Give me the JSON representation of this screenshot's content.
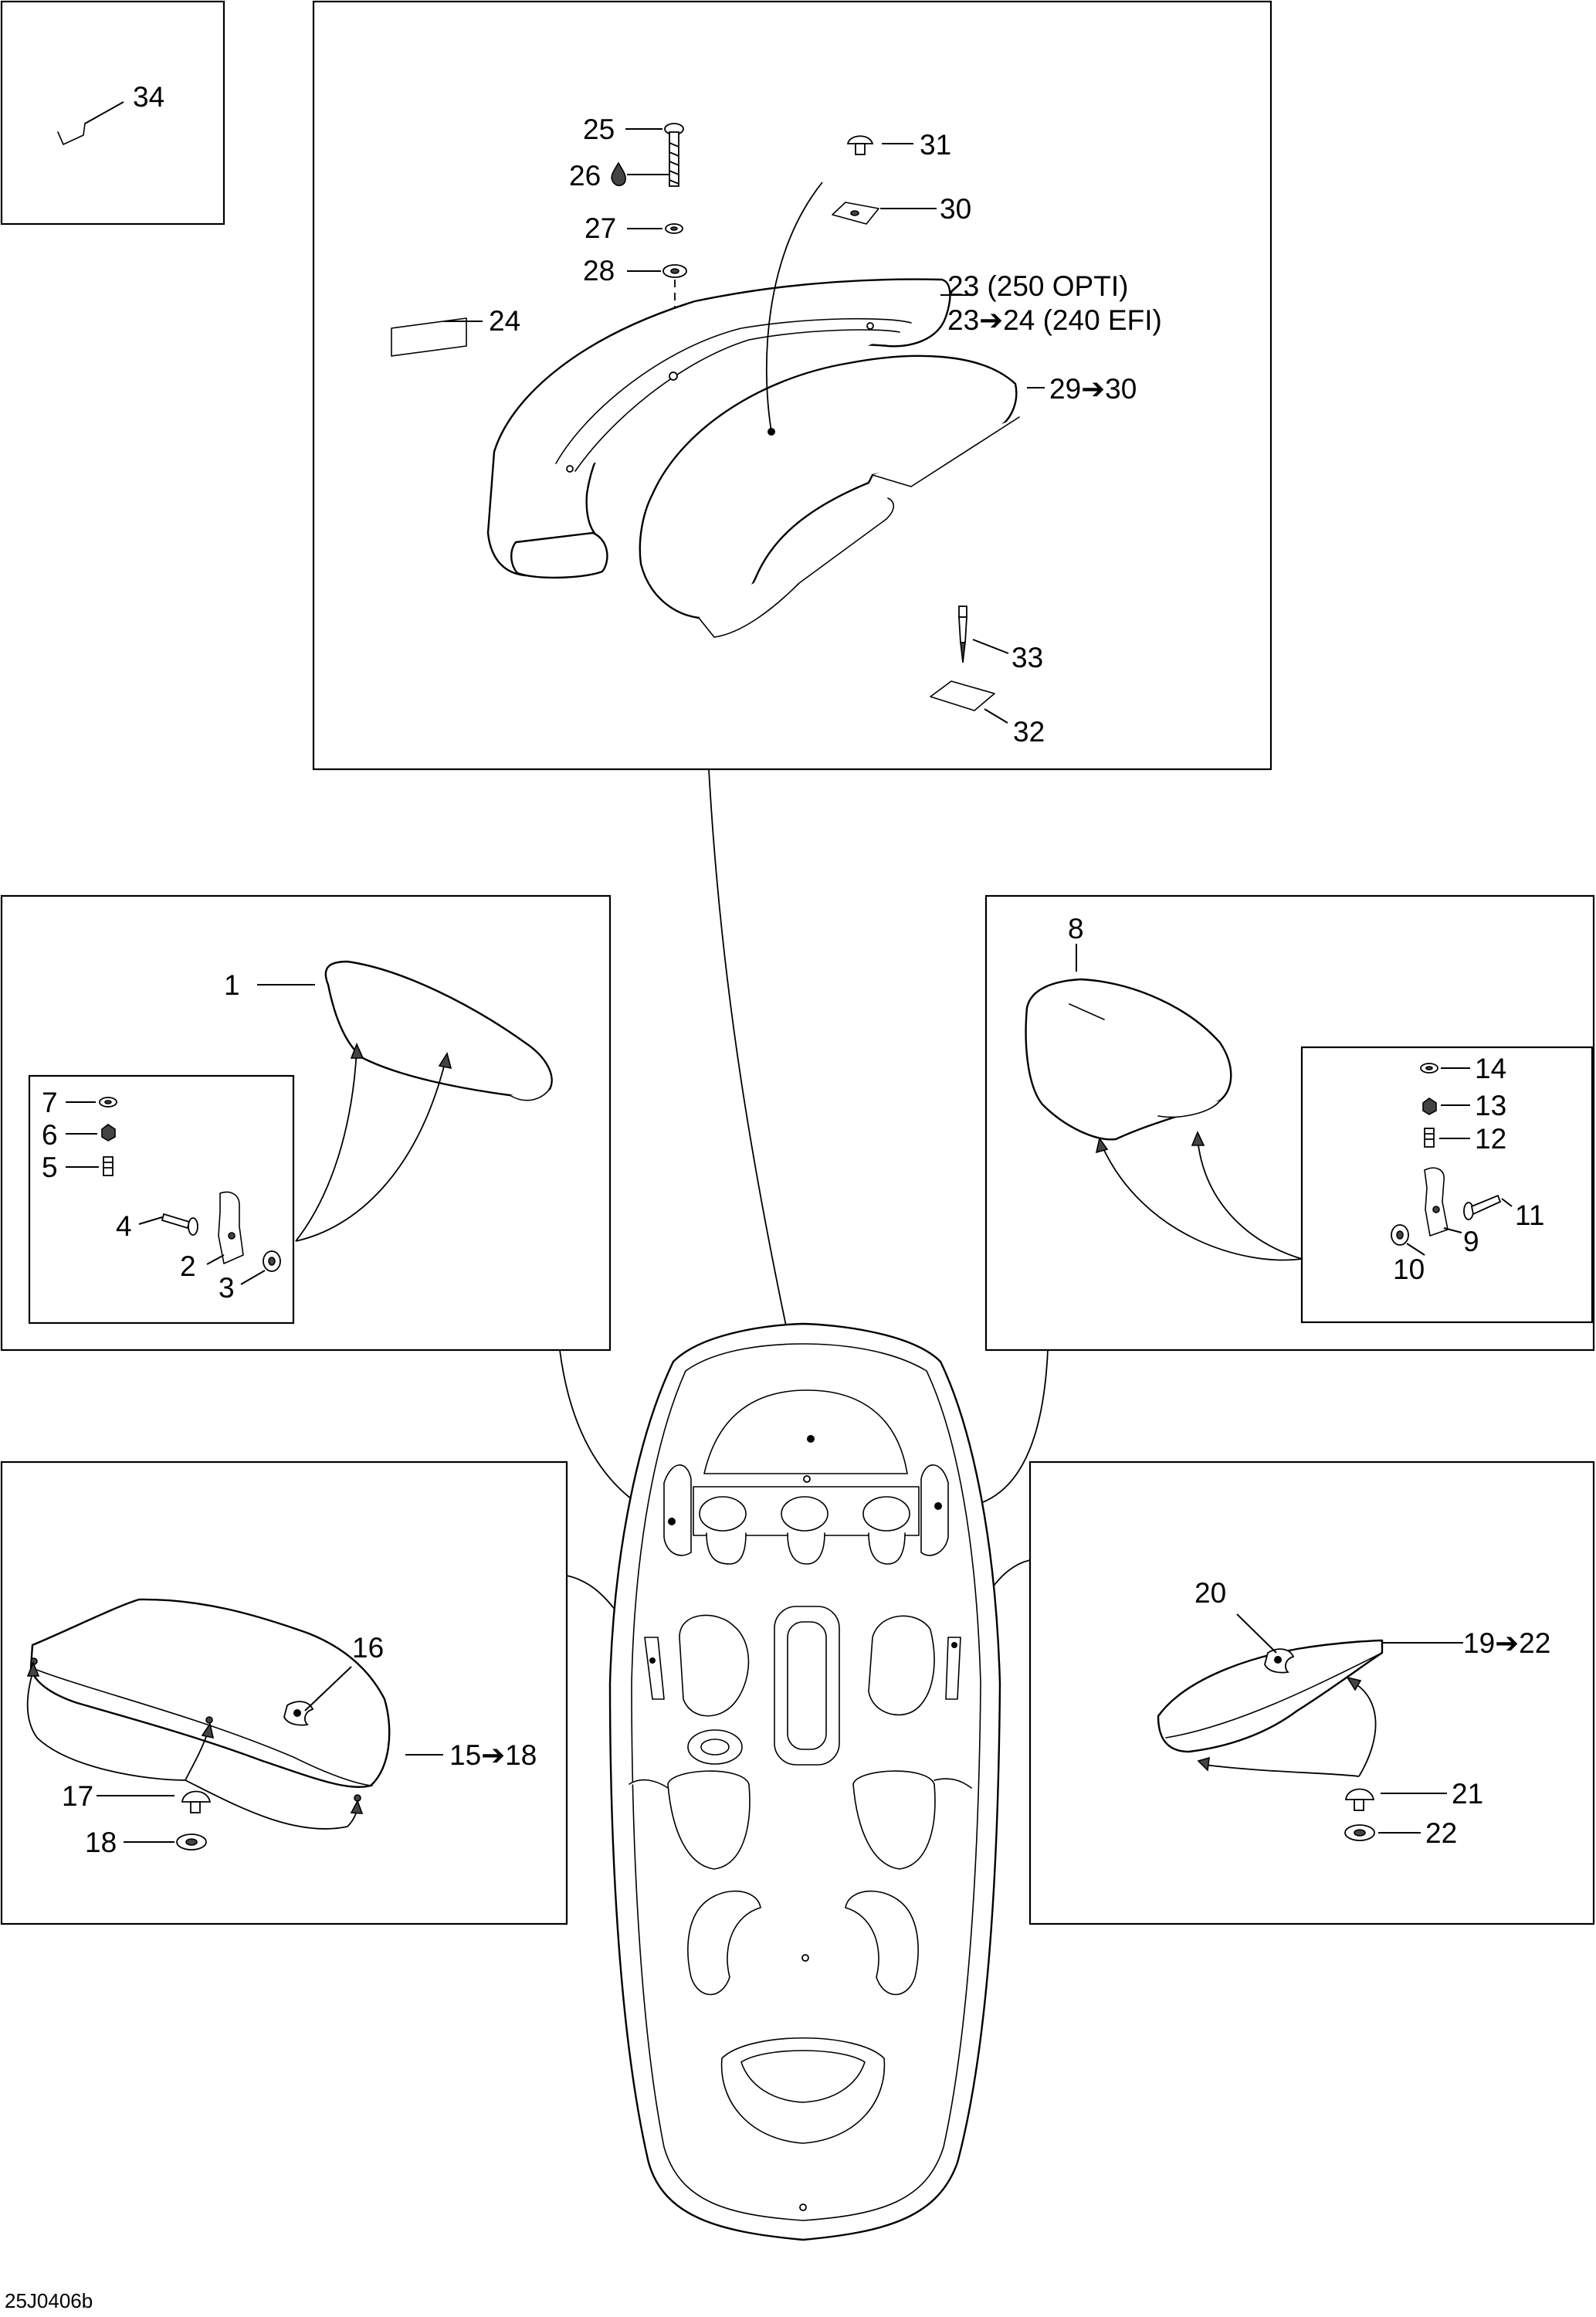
{
  "figure": {
    "reference_code": "25J0406b"
  },
  "icons": {
    "arrow_glyph": "➔",
    "drop_glyph": "drop-icon"
  },
  "callouts": {
    "c1": "1",
    "c2": "2",
    "c3": "3",
    "c4": "4",
    "c5": "5",
    "c6": "6",
    "c7": "7",
    "c8": "8",
    "c9": "9",
    "c10": "10",
    "c11": "11",
    "c12": "12",
    "c13": "13",
    "c14": "14",
    "c15_18": "15➔18",
    "c16": "16",
    "c17": "17",
    "c18": "18",
    "c19_22": "19➔22",
    "c20": "20",
    "c21": "21",
    "c22": "22",
    "c23_line1": "23 (250 OPTI)",
    "c23_line2": "23➔24 (240 EFI)",
    "c24": "24",
    "c25": "25",
    "c26": "26",
    "c27": "27",
    "c28": "28",
    "c29_30": "29➔30",
    "c30": "30",
    "c31": "31",
    "c32": "32",
    "c33": "33",
    "c34": "34"
  }
}
